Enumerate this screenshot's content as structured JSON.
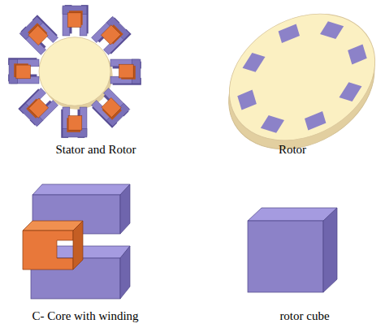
{
  "diagram": {
    "labels": [
      "Stator and Rotor",
      "Rotor",
      "C- Core with winding",
      "rotor cube"
    ]
  }
}
